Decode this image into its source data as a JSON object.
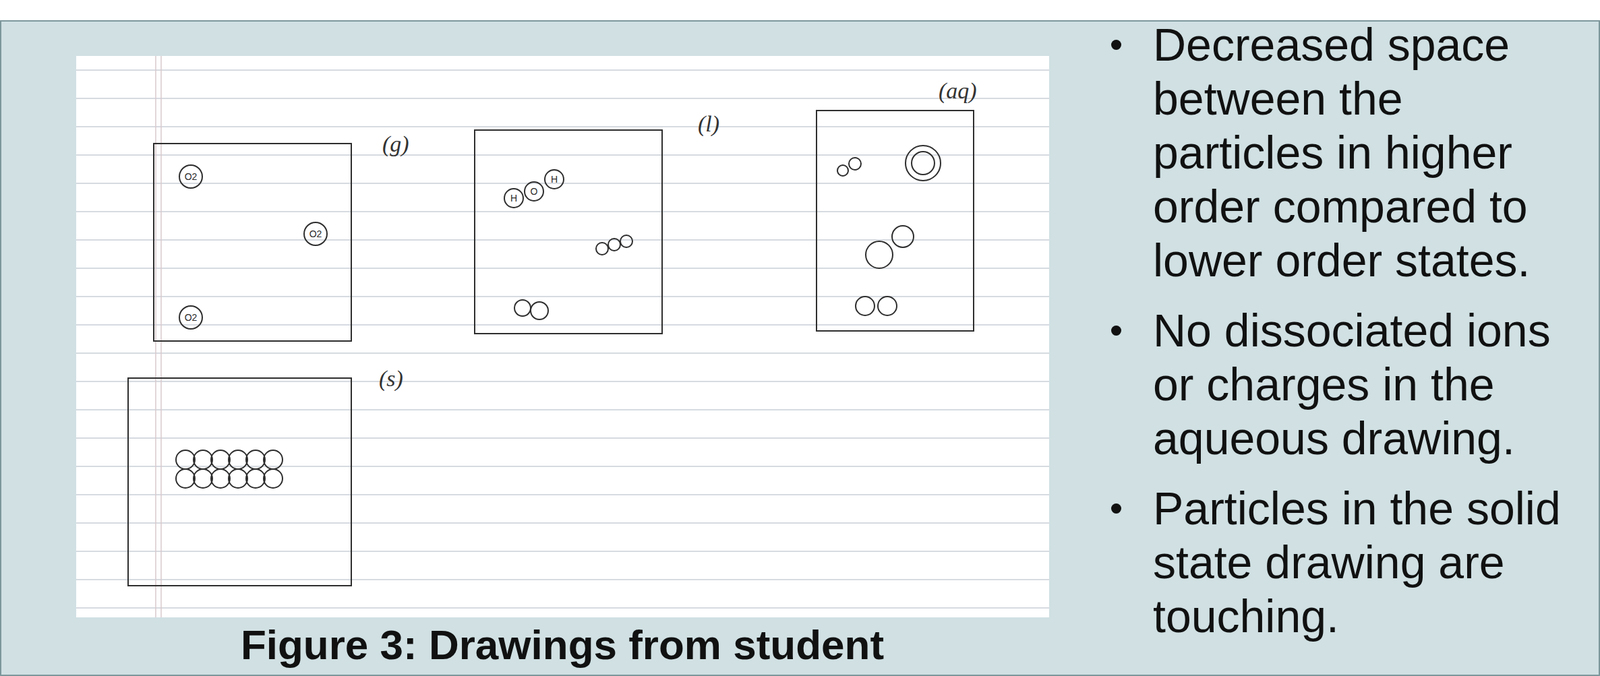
{
  "diagram": {
    "caption": "Figure 3: Drawings from student",
    "nodes": [
      {
        "text": [
          "(g)"
        ]
      },
      {
        "text": [
          "O2"
        ],
        "in": 0
      },
      {
        "text": [
          "O2"
        ],
        "in": 0
      },
      {
        "text": [
          "O2"
        ],
        "in": 0
      },
      {
        "text": [
          "(l)"
        ]
      },
      {
        "text": [
          "H"
        ],
        "in": 4
      },
      {
        "text": [
          "O"
        ],
        "in": 4
      },
      {
        "text": [
          "H"
        ],
        "in": 4
      },
      {
        "text": [
          "(aq)"
        ]
      },
      {
        "text": [
          "(s)"
        ]
      }
    ],
    "labels": [
      "Decreased space between the particles in higher order compared to lower order states.",
      "No dissociated ions or charges in the aqueous drawing.",
      "Particles in the solid state drawing are touching."
    ]
  }
}
